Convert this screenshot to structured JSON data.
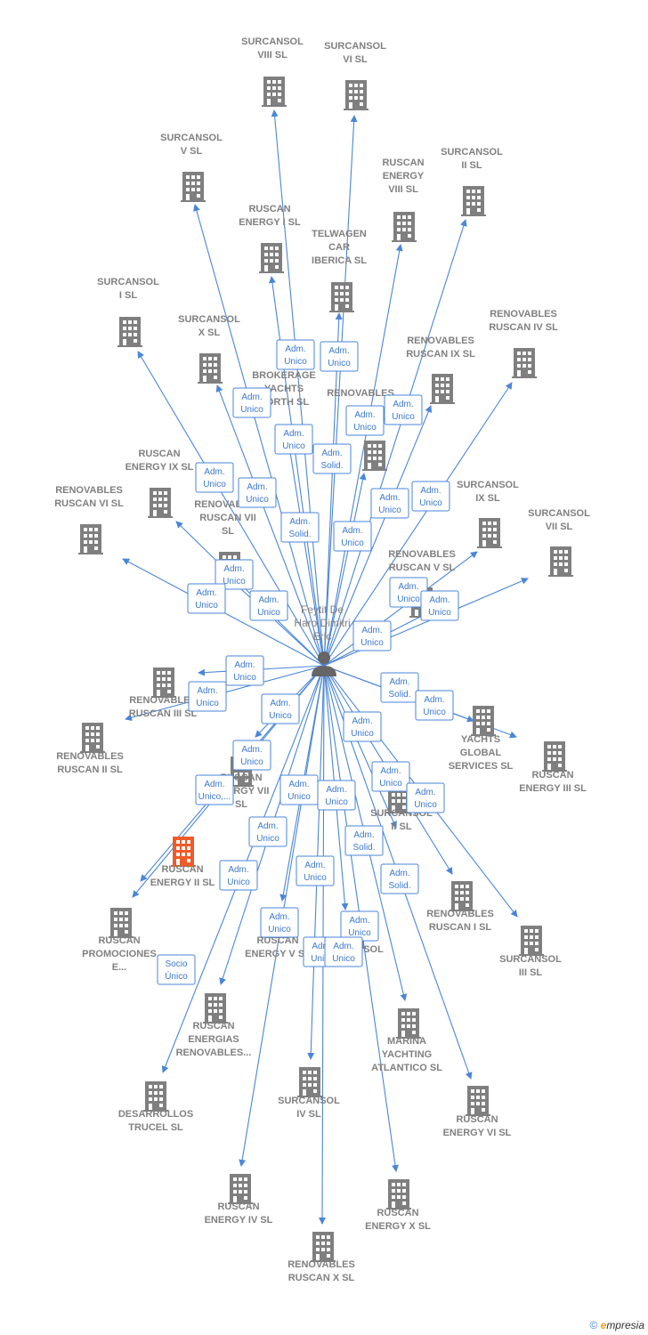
{
  "center": {
    "label": [
      "Feytit De",
      "Haro Dimitri",
      "Eric"
    ],
    "icon": "person-icon"
  },
  "companies": [
    {
      "id": "c1",
      "label": [
        "SURCANSOL",
        "VIII  SL"
      ]
    },
    {
      "id": "c2",
      "label": [
        "SURCANSOL",
        "VI  SL"
      ]
    },
    {
      "id": "c3",
      "label": [
        "SURCANSOL",
        "V  SL"
      ]
    },
    {
      "id": "c4",
      "label": [
        "SURCANSOL",
        "II  SL"
      ]
    },
    {
      "id": "c5",
      "label": [
        "RUSCAN",
        "ENERGY",
        "VIII  SL"
      ]
    },
    {
      "id": "c6",
      "label": [
        "RUSCAN",
        "ENERGY I  SL"
      ]
    },
    {
      "id": "c7",
      "label": [
        "TELWAGEN",
        "CAR",
        "IBERICA  SL"
      ]
    },
    {
      "id": "c8",
      "label": [
        "SURCANSOL",
        "I  SL"
      ]
    },
    {
      "id": "c9",
      "label": [
        "RENOVABLES",
        "RUSCAN IV  SL"
      ]
    },
    {
      "id": "c10",
      "label": [
        "SURCANSOL",
        "X  SL"
      ]
    },
    {
      "id": "c11",
      "label": [
        "RENOVABLES",
        "RUSCAN IX  SL"
      ]
    },
    {
      "id": "c12",
      "label": [
        "BROKERAGE",
        "YACHTS",
        "NORTH  SL"
      ]
    },
    {
      "id": "c13",
      "label": [
        "RENOVABLES",
        "..."
      ]
    },
    {
      "id": "c14",
      "label": [
        "RUSCAN",
        "ENERGY IX  SL"
      ]
    },
    {
      "id": "c15",
      "label": [
        "SURCANSOL",
        "IX  SL"
      ]
    },
    {
      "id": "c16",
      "label": [
        "RENOVABLES",
        "RUSCAN VI  SL"
      ]
    },
    {
      "id": "c17",
      "label": [
        "RENOVABLES",
        "RUSCAN VII",
        "SL"
      ]
    },
    {
      "id": "c18",
      "label": [
        "SURCANSOL",
        "VII  SL"
      ]
    },
    {
      "id": "c19",
      "label": [
        "RENOVABLES",
        "RUSCAN V  SL"
      ]
    },
    {
      "id": "c20",
      "label": [
        "RENOVABLES",
        "RUSCAN III  SL"
      ]
    },
    {
      "id": "c21",
      "label": [
        "RENOVABLES",
        "RUSCAN II  SL"
      ]
    },
    {
      "id": "c22",
      "label": [
        "YACHTS",
        "GLOBAL",
        "SERVICES  SL"
      ]
    },
    {
      "id": "c23",
      "label": [
        "RUSCAN",
        "ENERGY III  SL"
      ]
    },
    {
      "id": "c24",
      "label": [
        "RUSCAN",
        "ENERGY VII",
        "SL"
      ]
    },
    {
      "id": "c25",
      "label": [
        "SURCANSOL",
        "II  SL"
      ]
    },
    {
      "id": "c26",
      "label": [
        "RUSCAN",
        "ENERGY II  SL"
      ],
      "highlight": true
    },
    {
      "id": "c27",
      "label": [
        "RENOVABLES",
        "RUSCAN I  SL"
      ]
    },
    {
      "id": "c28",
      "label": [
        "RUSCAN",
        "PROMOCIONES",
        "E..."
      ]
    },
    {
      "id": "c29",
      "label": [
        "RUSCAN",
        "ENERGY V  SL"
      ]
    },
    {
      "id": "c30",
      "label": [
        "SURCANSOL",
        "I  SL"
      ]
    },
    {
      "id": "c31",
      "label": [
        "SURCANSOL",
        "III  SL"
      ]
    },
    {
      "id": "c32",
      "label": [
        "RUSCAN",
        "ENERGIAS",
        "RENOVABLES..."
      ]
    },
    {
      "id": "c33",
      "label": [
        "MARINA",
        "YACHTING",
        "ATLANTICO  SL"
      ]
    },
    {
      "id": "c34",
      "label": [
        "DESARROLLOS",
        "TRUCEL  SL"
      ]
    },
    {
      "id": "c35",
      "label": [
        "SURCANSOL",
        "IV  SL"
      ]
    },
    {
      "id": "c36",
      "label": [
        "RUSCAN",
        "ENERGY VI  SL"
      ]
    },
    {
      "id": "c37",
      "label": [
        "RUSCAN",
        "ENERGY IV  SL"
      ]
    },
    {
      "id": "c38",
      "label": [
        "RUSCAN",
        "ENERGY X  SL"
      ]
    },
    {
      "id": "c39",
      "label": [
        "RENOVABLES",
        "RUSCAN X  SL"
      ]
    }
  ],
  "relations": [
    {
      "label": [
        "Adm.",
        "Unico"
      ]
    },
    {
      "label": [
        "Adm.",
        "Unico"
      ]
    },
    {
      "label": [
        "Adm.",
        "Unico"
      ]
    },
    {
      "label": [
        "Adm.",
        "Unico"
      ]
    },
    {
      "label": [
        "Adm.",
        "Unico"
      ]
    },
    {
      "label": [
        "Adm.",
        "Unico"
      ]
    },
    {
      "label": [
        "Adm.",
        "Solid."
      ]
    },
    {
      "label": [
        "Adm.",
        "Unico"
      ]
    },
    {
      "label": [
        "Adm.",
        "Unico"
      ]
    },
    {
      "label": [
        "Adm.",
        "Unico"
      ]
    },
    {
      "label": [
        "Adm.",
        "Solid."
      ]
    },
    {
      "label": [
        "Adm.",
        "Unico"
      ]
    },
    {
      "label": [
        "Adm.",
        "Unico"
      ]
    },
    {
      "label": [
        "Adm.",
        "Unico"
      ]
    },
    {
      "label": [
        "Adm.",
        "Unico"
      ]
    },
    {
      "label": [
        "Adm.",
        "Unico"
      ]
    },
    {
      "label": [
        "Adm.",
        "Unico"
      ]
    },
    {
      "label": [
        "Adm.",
        "Unico"
      ]
    },
    {
      "label": [
        "Adm.",
        "Unico"
      ]
    },
    {
      "label": [
        "Adm.",
        "Unico"
      ]
    },
    {
      "label": [
        "Adm.",
        "Unico"
      ]
    },
    {
      "label": [
        "Adm.",
        "Unico"
      ]
    },
    {
      "label": [
        "Adm.",
        "Solid."
      ]
    },
    {
      "label": [
        "Adm.",
        "Unico"
      ]
    },
    {
      "label": [
        "Adm.",
        "Unico"
      ]
    },
    {
      "label": [
        "Adm.",
        "Unico"
      ]
    },
    {
      "label": [
        "Adm.",
        "Unico"
      ]
    },
    {
      "label": [
        "Adm.",
        "Unico,..."
      ]
    },
    {
      "label": [
        "Adm.",
        "Unico"
      ]
    },
    {
      "label": [
        "Adm.",
        "Unico"
      ]
    },
    {
      "label": [
        "Adm.",
        "Unico"
      ]
    },
    {
      "label": [
        "Adm.",
        "Unico"
      ]
    },
    {
      "label": [
        "Adm.",
        "Solid."
      ]
    },
    {
      "label": [
        "Adm.",
        "Unico"
      ]
    },
    {
      "label": [
        "Adm.",
        "Unico"
      ]
    },
    {
      "label": [
        "Adm.",
        "Solid."
      ]
    },
    {
      "label": [
        "Adm.",
        "Unico"
      ]
    },
    {
      "label": [
        "Adm.",
        "Unico"
      ]
    },
    {
      "label": [
        "Adm.",
        "Unico"
      ]
    },
    {
      "label": [
        "Adm.",
        "Unico"
      ]
    },
    {
      "label": [
        "Socio",
        "Único"
      ]
    }
  ],
  "footer": {
    "copyright": "©",
    "brand": "mpresia",
    "brand_initial": "e"
  },
  "colors": {
    "edge": "#4a86d8",
    "icon": "#7f7f7f",
    "highlight": "#f05a28"
  }
}
